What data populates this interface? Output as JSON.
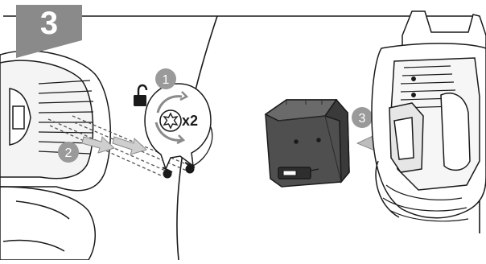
{
  "step_number": "3",
  "callouts": {
    "unlock": "1",
    "remove_screws": "2",
    "pull_out": "3"
  },
  "screw_multiplier": "x2",
  "icons": {
    "unlock": "padlock-open-icon",
    "screw_head": "torx-screw-icon",
    "rotate": "counterclockwise-rotation-icon",
    "pull": "pull-out-arrow-icon"
  },
  "colors": {
    "badge_fill": "#8a8a8a",
    "callout_fill": "#9a9a9a",
    "part_fill": "#555555",
    "outline": "#1a1a1a",
    "arrow_fill": "#bdbdbd"
  }
}
